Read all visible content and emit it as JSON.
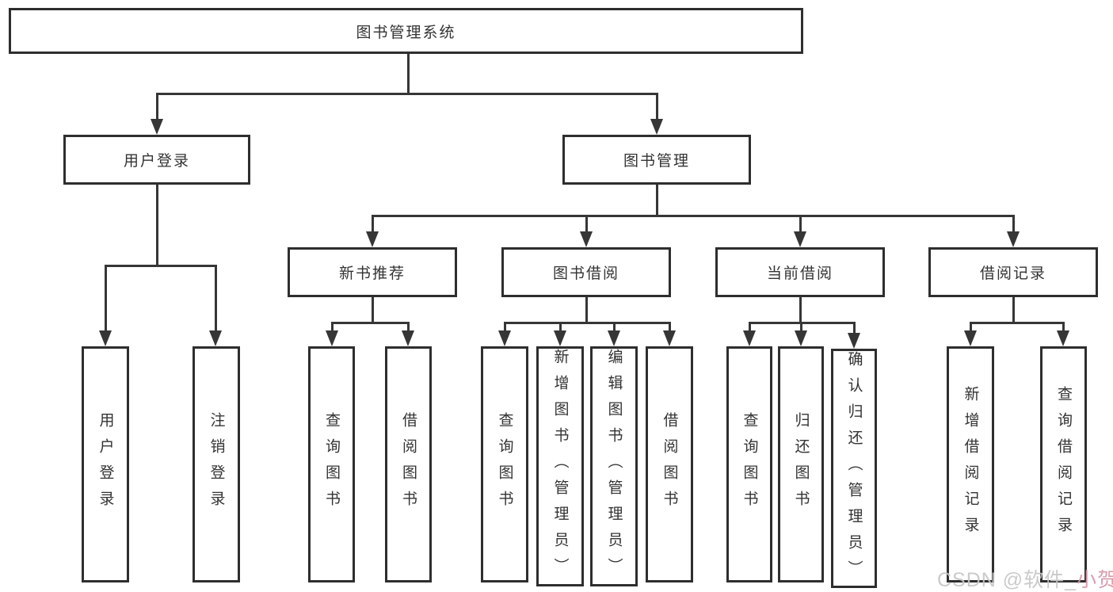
{
  "diagram": {
    "root": {
      "label": "图书管理系统"
    },
    "level2": [
      {
        "label": "用户登录"
      },
      {
        "label": "图书管理"
      }
    ],
    "level3": [
      {
        "label": "新书推荐"
      },
      {
        "label": "图书借阅"
      },
      {
        "label": "当前借阅"
      },
      {
        "label": "借阅记录"
      }
    ],
    "leaves": {
      "user_login": [
        {
          "label": "用户登录"
        },
        {
          "label": "注销登录"
        }
      ],
      "new_book": [
        {
          "label": "查询图书"
        },
        {
          "label": "借阅图书"
        }
      ],
      "book_borrow": [
        {
          "label": "查询图书"
        },
        {
          "label": "新增图书（管理员）"
        },
        {
          "label": "编辑图书（管理员）"
        },
        {
          "label": "借阅图书"
        }
      ],
      "current_borrow": [
        {
          "label": "查询图书"
        },
        {
          "label": "归还图书"
        },
        {
          "label": "确认归还（管理员）"
        }
      ],
      "borrow_records": [
        {
          "label": "新增借阅记录"
        },
        {
          "label": "查询借阅记录"
        }
      ]
    }
  },
  "watermark": {
    "prefix": "CSDN @软件_",
    "suffix": "小贺同学"
  },
  "colors": {
    "line": "#363636",
    "box_border": "#2e2e2e",
    "text": "#333333",
    "watermark_gray": "#c6c6c6",
    "watermark_pink": "#d795a6",
    "background": "#ffffff"
  }
}
